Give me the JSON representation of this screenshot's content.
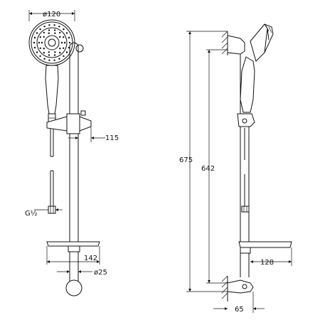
{
  "dimensions": {
    "head_diameter": "ø120",
    "holder_offset": "115",
    "thread": "G½",
    "shelf_depth": "142",
    "bar_diameter": "ø25",
    "overall_height": "675",
    "bracket_spacing": "642",
    "shelf_depth_side": "128",
    "wall_offset": "65"
  }
}
